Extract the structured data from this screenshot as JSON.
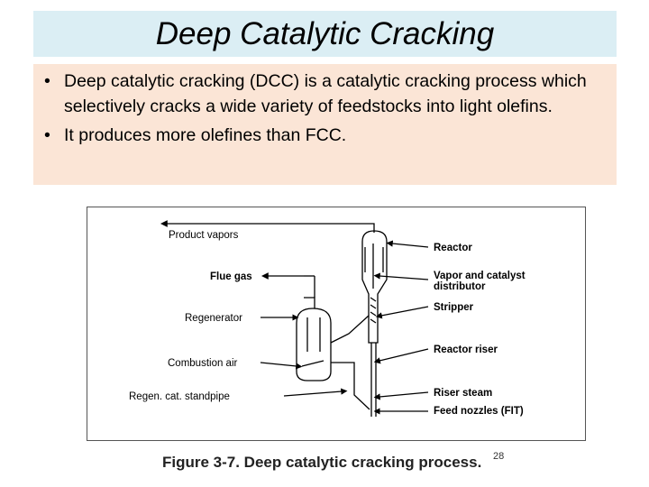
{
  "slide": {
    "title": "Deep Catalytic Cracking",
    "bullets": [
      "Deep catalytic cracking (DCC) is a catalytic cracking process which selectively cracks a wide variety of feedstocks into light olefins.",
      "It produces more olefines than FCC."
    ],
    "bullet_symbol": "•"
  },
  "figure": {
    "left_labels": {
      "product_vapors": "Product vapors",
      "flue_gas": "Flue gas",
      "regenerator": "Regenerator",
      "combustion_air": "Combustion air",
      "standpipe": "Regen. cat. standpipe"
    },
    "right_labels": {
      "reactor": "Reactor",
      "distributor_line1": "Vapor and catalyst",
      "distributor_line2": "distributor",
      "stripper": "Stripper",
      "riser": "Reactor riser",
      "riser_steam": "Riser steam",
      "feed_nozzles": "Feed nozzles (FIT)"
    },
    "caption": "Figure 3-7. Deep catalytic cracking process.",
    "page_number": "28"
  },
  "colors": {
    "title_bg": "#dbeef4",
    "bullet_bg": "#fbe5d6"
  }
}
